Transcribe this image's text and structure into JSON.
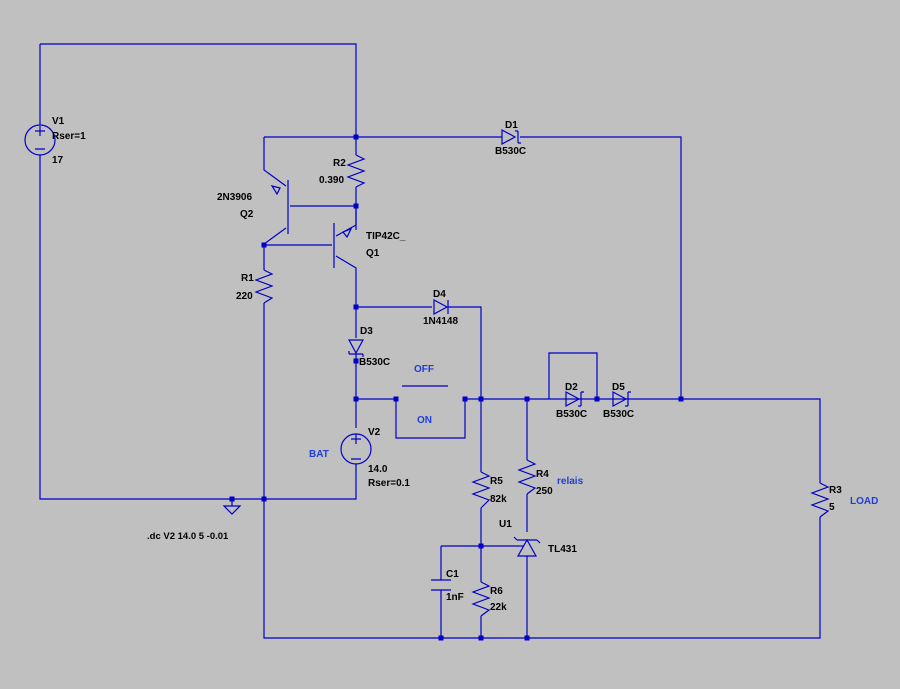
{
  "colors": {
    "background": "#c0c0c0",
    "wire": "#0000c8",
    "flag": "#1e3fd6",
    "text": "#000000"
  },
  "components": {
    "V1": {
      "name": "V1",
      "param": "Rser=1",
      "value": "17"
    },
    "V2": {
      "name": "V2",
      "value": "14.0",
      "param": "Rser=0.1"
    },
    "R1": {
      "name": "R1",
      "value": "220"
    },
    "R2": {
      "name": "R2",
      "value": "0.390"
    },
    "R3": {
      "name": "R3",
      "value": "5"
    },
    "R4": {
      "name": "R4",
      "value": "250"
    },
    "R5": {
      "name": "R5",
      "value": "82k"
    },
    "R6": {
      "name": "R6",
      "value": "22k"
    },
    "C1": {
      "name": "C1",
      "value": "1nF"
    },
    "Q1": {
      "name": "Q1",
      "model": "TIP42C_"
    },
    "Q2": {
      "name": "Q2",
      "model": "2N3906"
    },
    "D1": {
      "name": "D1",
      "model": "B530C"
    },
    "D2": {
      "name": "D2",
      "model": "B530C"
    },
    "D3": {
      "name": "D3",
      "model": "B530C"
    },
    "D4": {
      "name": "D4",
      "model": "1N4148"
    },
    "D5": {
      "name": "D5",
      "model": "B530C"
    },
    "U1": {
      "name": "U1",
      "model": "TL431"
    }
  },
  "net_labels": {
    "bat": "BAT",
    "off": "OFF",
    "on": "ON",
    "relais": "relais",
    "load": "LOAD"
  },
  "directive": ".dc V2 14.0 5 -0.01"
}
